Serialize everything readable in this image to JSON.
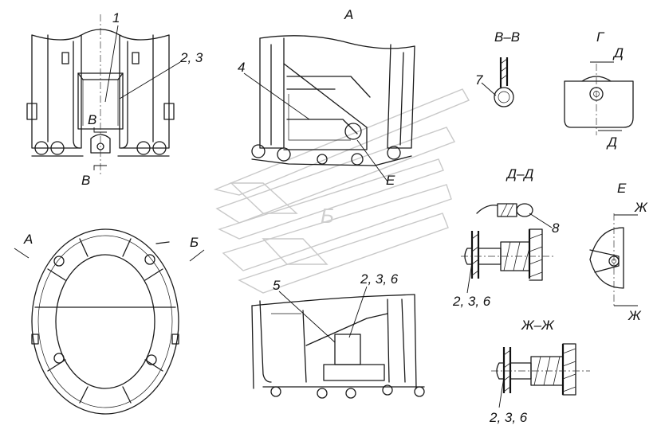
{
  "views": {
    "view_a": "А",
    "section_b": "В–В",
    "view_g": "Г",
    "section_d": "Д–Д",
    "view_e": "Е",
    "section_zh": "Ж–Ж"
  },
  "markers": {
    "v_top": "В",
    "v_bottom": "В",
    "a_left": "А",
    "b_right": "Б",
    "d_top": "Д",
    "d_bottom": "Д",
    "e_detail": "Е",
    "zh_top": "Ж",
    "zh_bottom": "Ж"
  },
  "callouts": {
    "c1": "1",
    "c23": "2, 3",
    "c4": "4",
    "c5": "5",
    "c236_top": "2, 3, 6",
    "c7": "7",
    "c8": "8",
    "c236_d": "2, 3, 6",
    "c236_zh": "2, 3, 6"
  },
  "watermark": {
    "text": "Б"
  }
}
